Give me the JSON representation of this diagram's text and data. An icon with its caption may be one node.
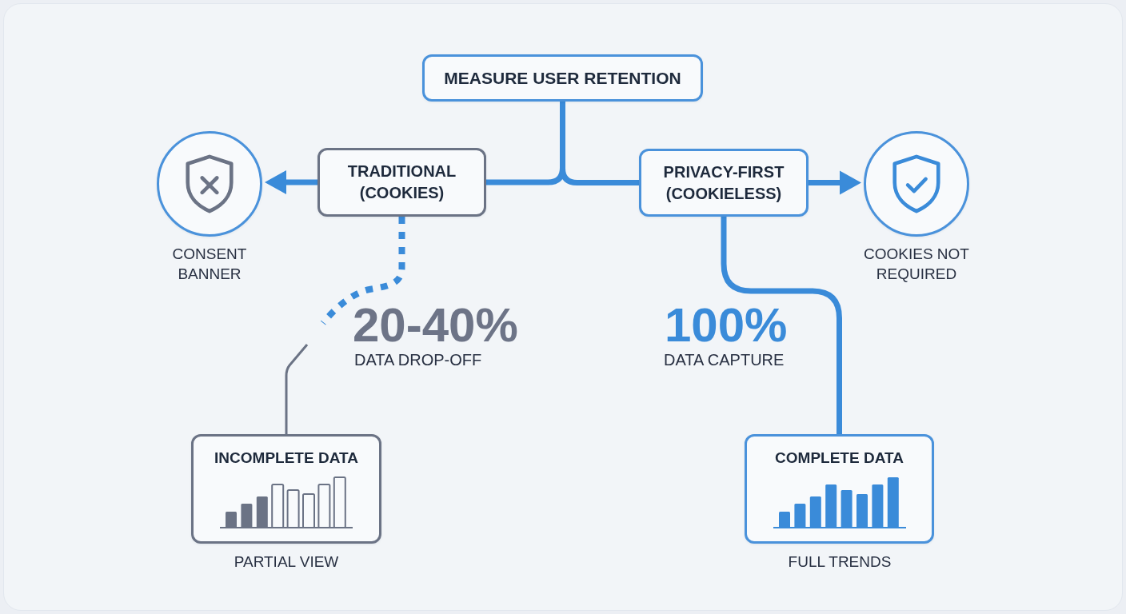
{
  "diagram": {
    "nodes": [
      {
        "text": [
          "MEASURE USER RETENTION"
        ]
      },
      {
        "text": [
          "TRADITIONAL (COOKIES)"
        ]
      },
      {
        "text": [
          "PRIVACY-FIRST (COOKIELESS)"
        ]
      },
      {
        "text": [],
        "shape": "circle",
        "beside": [
          "CONSENT BANNER"
        ]
      },
      {
        "text": [],
        "shape": "circle",
        "beside": [
          "COOKIES NOT REQUIRED"
        ]
      },
      {
        "text": [
          "INCOMPLETE DATA"
        ],
        "beside": [
          "PARTIAL VIEW"
        ]
      },
      {
        "text": [
          "COMPLETE DATA"
        ],
        "beside": [
          "FULL TRENDS"
        ]
      }
    ],
    "edges": [
      {
        "from": 0,
        "to": 1,
        "arrow": "none"
      },
      {
        "from": 0,
        "to": 2,
        "arrow": "none"
      },
      {
        "from": 1,
        "to": 3,
        "arrow": "to"
      },
      {
        "from": 2,
        "to": 4,
        "arrow": "to"
      },
      {
        "from": 1,
        "to": null,
        "arrow": "none",
        "style": "dashed"
      },
      {
        "from": null,
        "to": 5,
        "arrow": "none",
        "color": "#6b7385"
      },
      {
        "from": 2,
        "to": 6,
        "arrow": "none"
      }
    ],
    "labels": [
      "20-40%",
      "DATA DROP-OFF",
      "100%",
      "DATA CAPTURE"
    ]
  }
}
